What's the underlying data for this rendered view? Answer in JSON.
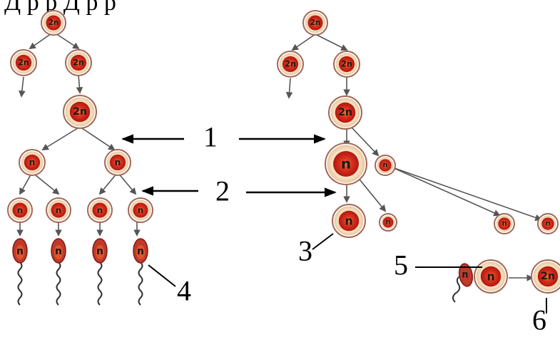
{
  "diagram": {
    "top_strip": "Д р   р   Д р р",
    "ploidy": {
      "diploid": "2n",
      "haploid": "n"
    },
    "labels": {
      "l1": "1",
      "l2": "2",
      "l3": "3",
      "l4": "4",
      "l5": "5",
      "l6": "6"
    },
    "colors": {
      "cell_outer": "#f6ecd8",
      "cell_ring": "#b07060",
      "nucleus": "#d42c1c",
      "nucleus_glow": "#f08a3a",
      "sperm_head": "#c0392b",
      "line": "#555555",
      "label_line": "#000000"
    }
  }
}
